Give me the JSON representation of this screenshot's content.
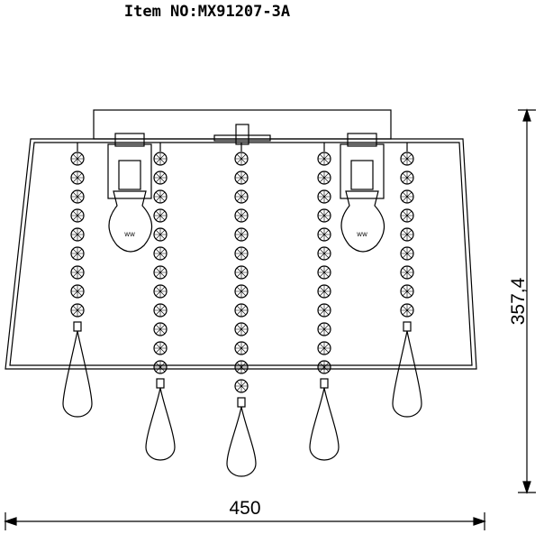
{
  "title": "Item NO:MX91207-3A",
  "dimensions": {
    "width_label": "450",
    "height_label": "357,4"
  }
}
